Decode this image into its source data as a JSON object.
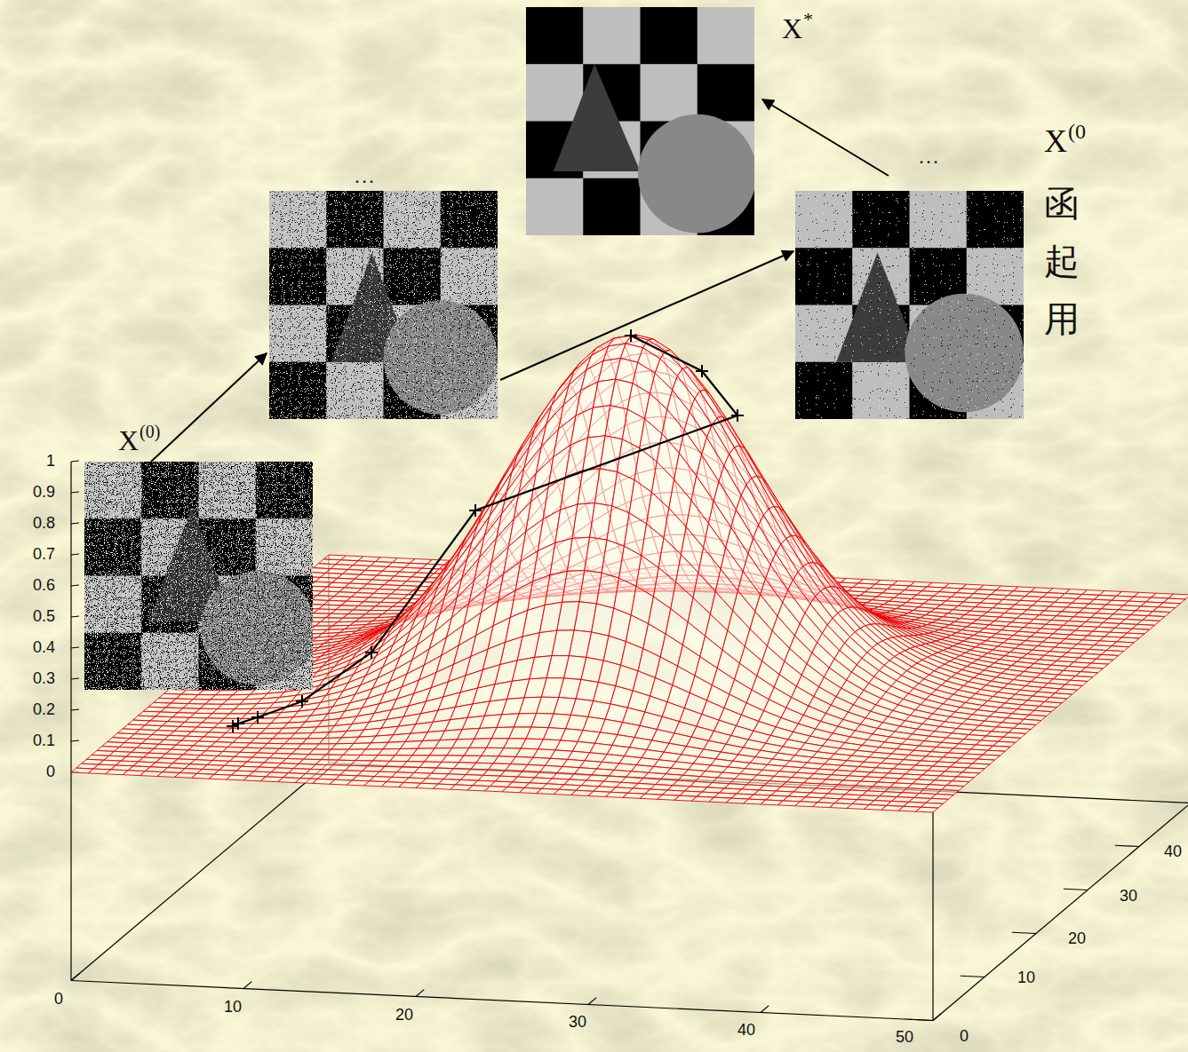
{
  "diagram": {
    "labels": [
      "X",
      "*",
      "…",
      "X",
      "(0",
      "…",
      "函",
      "X",
      "(0)",
      "起",
      "用",
      "1",
      "0.9",
      "0.8",
      "0.7",
      "0.6",
      "0.5",
      "0.4",
      "0.3",
      "0.2",
      "0.1",
      "0",
      "0",
      "10",
      "20",
      "30",
      "40",
      "50",
      "0",
      "10",
      "20",
      "30",
      "40"
    ]
  }
}
